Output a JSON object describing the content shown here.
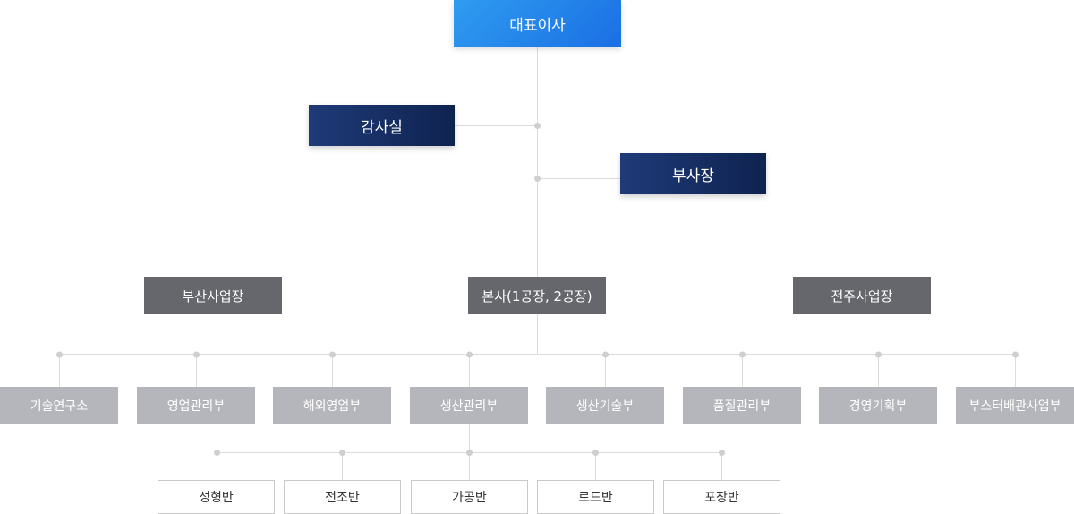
{
  "ceo": "대표이사",
  "audit": "감사실",
  "vice_president": "부사장",
  "sites": {
    "busan": "부산사업장",
    "hq": "본사(1공장, 2공장)",
    "jeonju": "전주사업장"
  },
  "departments": [
    "기술연구소",
    "영업관리부",
    "해외영업부",
    "생산관리부",
    "생산기술부",
    "품질관리부",
    "경영기획부",
    "부스터배관사업부"
  ],
  "teams": [
    "성형반",
    "전조반",
    "가공반",
    "로드반",
    "포장반"
  ],
  "colors": {
    "ceo_gradient": [
      "#2f9cf0",
      "#1a6fe4"
    ],
    "navy_gradient": [
      "#1e3a78",
      "#0f2350"
    ],
    "site_gray": "#66676c",
    "dept_gray": "#b5b6bb",
    "line": "#dcdcdc",
    "dot": "#cfcfcf"
  }
}
